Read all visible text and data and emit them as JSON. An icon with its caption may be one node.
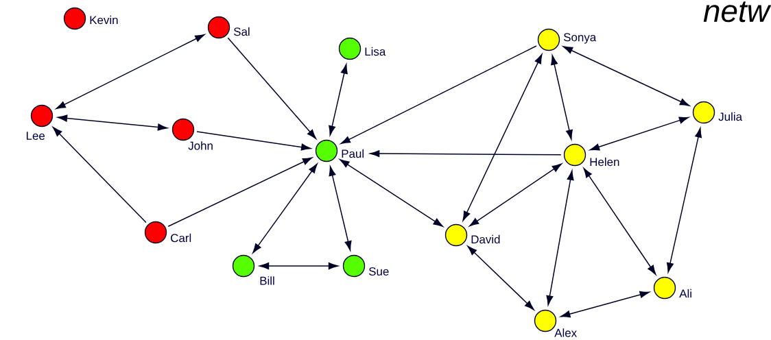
{
  "diagram": {
    "nodes": [
      {
        "text": [
          "Kevin"
        ]
      },
      {
        "text": [
          "Sal"
        ]
      },
      {
        "text": [
          "Lisa"
        ]
      },
      {
        "text": [
          "Lee"
        ]
      },
      {
        "text": [
          "John"
        ]
      },
      {
        "text": [
          "Paul"
        ]
      },
      {
        "text": [
          "Carl"
        ]
      },
      {
        "text": [
          "Bill"
        ]
      },
      {
        "text": [
          "Sue"
        ]
      },
      {
        "text": [
          "Sonya"
        ]
      },
      {
        "text": [
          "Julia"
        ]
      },
      {
        "text": [
          "Helen"
        ]
      },
      {
        "text": [
          "David"
        ]
      },
      {
        "text": [
          "Ali"
        ]
      },
      {
        "text": [
          "Alex"
        ]
      }
    ],
    "edges": [
      {
        "from": 1,
        "to": 3,
        "arrow": "both"
      },
      {
        "from": 1,
        "to": 5,
        "arrow": "to"
      },
      {
        "from": 2,
        "to": 5,
        "arrow": "both"
      },
      {
        "from": 3,
        "to": 4,
        "arrow": "both"
      },
      {
        "from": 4,
        "to": 5,
        "arrow": "to"
      },
      {
        "from": 6,
        "to": 3,
        "arrow": "to"
      },
      {
        "from": 6,
        "to": 5,
        "arrow": "to"
      },
      {
        "from": 5,
        "to": 7,
        "arrow": "both"
      },
      {
        "from": 5,
        "to": 8,
        "arrow": "both"
      },
      {
        "from": 7,
        "to": 8,
        "arrow": "both"
      },
      {
        "from": 9,
        "to": 5,
        "arrow": "to"
      },
      {
        "from": 11,
        "to": 5,
        "arrow": "to"
      },
      {
        "from": 12,
        "to": 5,
        "arrow": "both"
      },
      {
        "from": 9,
        "to": 10,
        "arrow": "both"
      },
      {
        "from": 9,
        "to": 11,
        "arrow": "both"
      },
      {
        "from": 9,
        "to": 12,
        "arrow": "both"
      },
      {
        "from": 10,
        "to": 11,
        "arrow": "both"
      },
      {
        "from": 10,
        "to": 13,
        "arrow": "both"
      },
      {
        "from": 11,
        "to": 12,
        "arrow": "both"
      },
      {
        "from": 11,
        "to": 14,
        "arrow": "both"
      },
      {
        "from": 11,
        "to": 13,
        "arrow": "both"
      },
      {
        "from": 12,
        "to": 14,
        "arrow": "both"
      },
      {
        "from": 14,
        "to": 13,
        "arrow": "both"
      }
    ],
    "labels": [
      "netw"
    ]
  }
}
